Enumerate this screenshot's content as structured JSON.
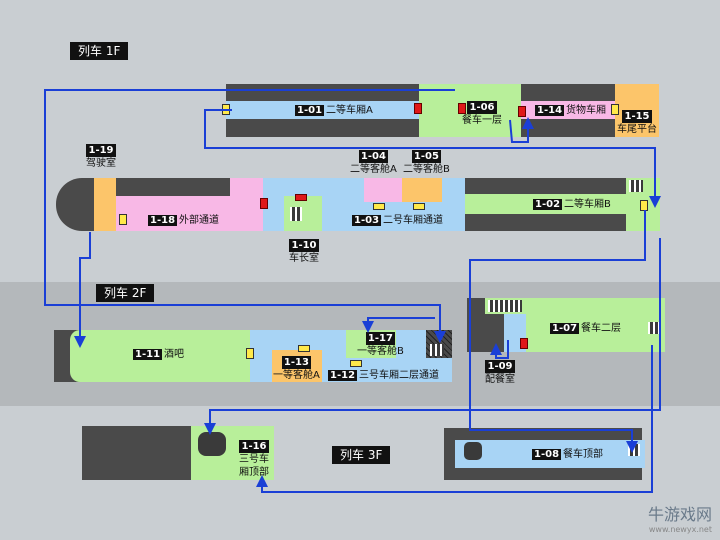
{
  "floors": {
    "f1": "列车 1F",
    "f2": "列车 2F",
    "f3": "列车 3F"
  },
  "rooms": {
    "r101": {
      "id": "1-01",
      "name": "二等车厢A"
    },
    "r102": {
      "id": "1-02",
      "name": "二等车厢B"
    },
    "r103": {
      "id": "1-03",
      "name": "二号车厢通道"
    },
    "r104": {
      "id": "1-04",
      "name": "二等客舱A"
    },
    "r105": {
      "id": "1-05",
      "name": "二等客舱B"
    },
    "r106": {
      "id": "1-06",
      "name": "餐车一层"
    },
    "r107": {
      "id": "1-07",
      "name": "餐车二层"
    },
    "r108": {
      "id": "1-08",
      "name": "餐车顶部"
    },
    "r109": {
      "id": "1-09",
      "name": "配餐室"
    },
    "r110": {
      "id": "1-10",
      "name": "车长室"
    },
    "r111": {
      "id": "1-11",
      "name": "酒吧"
    },
    "r112": {
      "id": "1-12",
      "name": "三号车厢二层通道"
    },
    "r113": {
      "id": "1-13",
      "name": "一等客舱A"
    },
    "r114": {
      "id": "1-14",
      "name": "货物车厢"
    },
    "r115": {
      "id": "1-15",
      "name": "车尾平台"
    },
    "r116": {
      "id": "1-16",
      "name": "三号车厢顶部"
    },
    "r117": {
      "id": "1-17",
      "name": "一等客舱B"
    },
    "r118": {
      "id": "1-18",
      "name": "外部通道"
    },
    "r119": {
      "id": "1-19",
      "name": "驾驶室"
    }
  },
  "colors": {
    "route": "#1a3fd6",
    "corridor": "#a8d4f5",
    "room": "#b8ef9a",
    "cabin": "#f8b8e6",
    "special": "#fcc56a",
    "car_body": "#4a4a4a"
  },
  "watermark": {
    "name": "牛游戏网",
    "url": "www.newyx.net"
  }
}
